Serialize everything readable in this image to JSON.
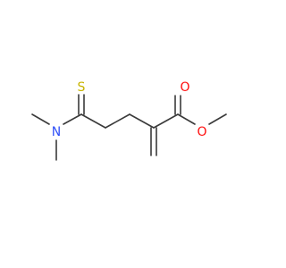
{
  "molecule": {
    "colors": {
      "bond": "#3a3a3a",
      "O": "#ff0d0d",
      "N": "#3050f8",
      "S": "#c8b400"
    },
    "atoms": [
      {
        "id": "S1",
        "label": "S",
        "element": "S"
      },
      {
        "id": "N1",
        "label": "N",
        "element": "N"
      },
      {
        "id": "O1",
        "label": "O",
        "element": "O"
      },
      {
        "id": "O2",
        "label": "O",
        "element": "O"
      }
    ]
  }
}
